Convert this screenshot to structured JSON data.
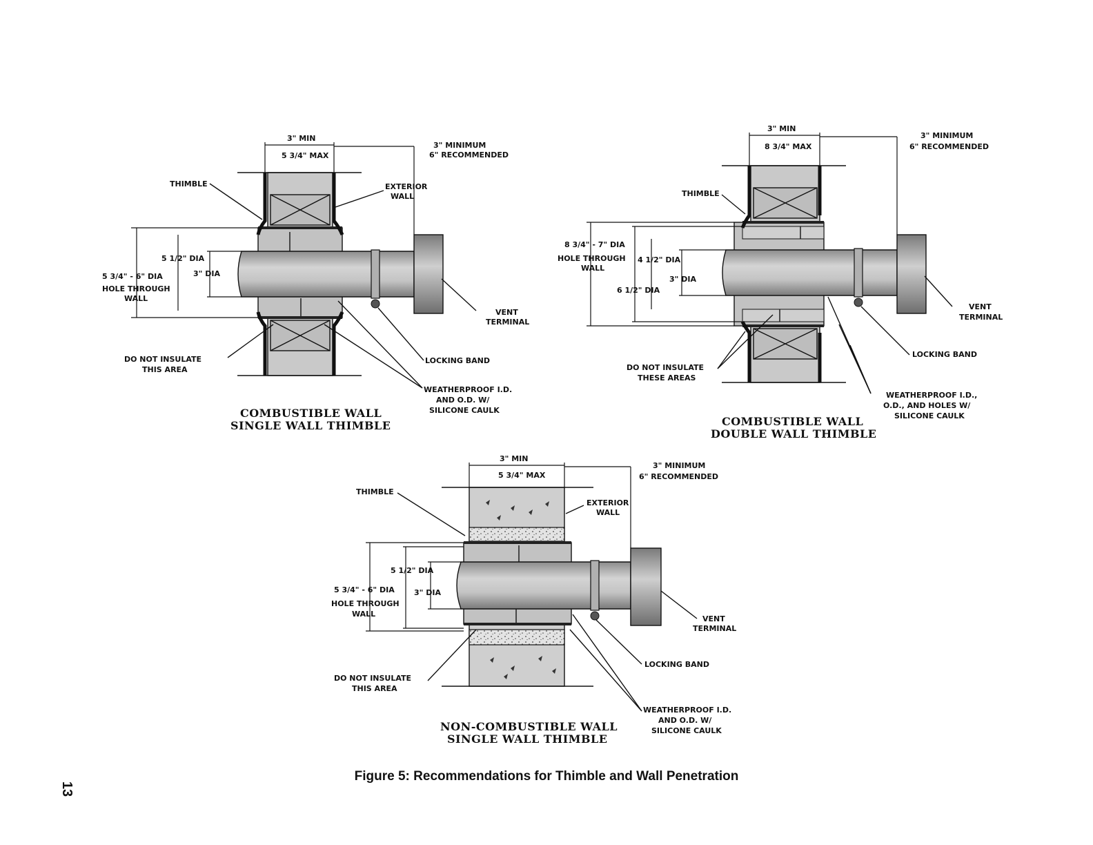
{
  "figure_caption": "Figure 5: Recommendations for Thimble and Wall Penetration",
  "page_number": "13",
  "diagrams": [
    {
      "title": [
        "COMBUSTIBLE WALL",
        "SINGLE WALL THIMBLE"
      ],
      "labels": {
        "thimble": "THIMBLE",
        "exterior_wall": [
          "EXTERIOR",
          "WALL"
        ],
        "min_wall": "3\" MIN",
        "max_wall": "5 3/4\" MAX",
        "clearance": [
          "3\" MINIMUM",
          "6\" RECOMMENDED"
        ],
        "hole_inner": "5 1/2\" DIA",
        "pipe": "3\" DIA",
        "hole_through": [
          "5 3/4\" - 6\" DIA",
          "HOLE THROUGH",
          "WALL"
        ],
        "vent_terminal": [
          "VENT",
          "TERMINAL"
        ],
        "locking_band": "LOCKING BAND",
        "weatherproof": [
          "WEATHERPROOF I.D.",
          "AND O.D. W/",
          "SILICONE CAULK"
        ],
        "do_not_insulate": [
          "DO NOT INSULATE",
          "THIS AREA"
        ]
      }
    },
    {
      "title": [
        "COMBUSTIBLE WALL",
        "DOUBLE WALL THIMBLE"
      ],
      "labels": {
        "thimble": "THIMBLE",
        "min_wall": "3\" MIN",
        "max_wall": "8 3/4\" MAX",
        "clearance": [
          "3\" MINIMUM",
          "6\" RECOMMENDED"
        ],
        "hole_through": [
          "8 3/4\" - 7\" DIA",
          "HOLE THROUGH",
          "WALL"
        ],
        "hole_inner": "4 1/2\" DIA",
        "pipe": "3\" DIA",
        "hole_outer": "6 1/2\" DIA",
        "vent_terminal": [
          "VENT",
          "TERMINAL"
        ],
        "locking_band": "LOCKING BAND",
        "weatherproof": [
          "WEATHERPROOF I.D.,",
          "O.D., AND HOLES W/",
          "SILICONE CAULK"
        ],
        "do_not_insulate": [
          "DO NOT INSULATE",
          "THESE AREAS"
        ]
      }
    },
    {
      "title": [
        "NON-COMBUSTIBLE WALL",
        "SINGLE WALL THIMBLE"
      ],
      "labels": {
        "thimble": "THIMBLE",
        "exterior_wall": [
          "EXTERIOR",
          "WALL"
        ],
        "min_wall": "3\" MIN",
        "max_wall": "5 3/4\" MAX",
        "clearance": [
          "3\" MINIMUM",
          "6\" RECOMMENDED"
        ],
        "hole_inner": "5 1/2\" DIA",
        "pipe": "3\" DIA",
        "hole_through": [
          "5 3/4\" - 6\" DIA",
          "HOLE THROUGH",
          "WALL"
        ],
        "vent_terminal": [
          "VENT",
          "TERMINAL"
        ],
        "locking_band": "LOCKING BAND",
        "weatherproof": [
          "WEATHERPROOF I.D.",
          "AND O.D. W/",
          "SILICONE CAULK"
        ],
        "do_not_insulate": [
          "DO NOT INSULATE",
          "THIS AREA"
        ]
      }
    }
  ]
}
